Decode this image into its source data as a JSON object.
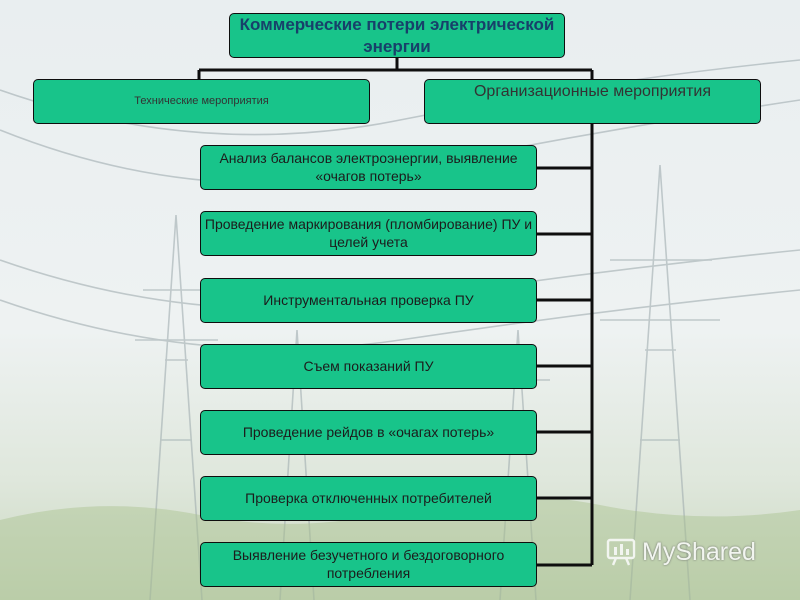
{
  "title": "Коммерческие потери электрической энергии",
  "branches": {
    "technical": "Технические мероприятия",
    "organizational": "Организационные мероприятия"
  },
  "measures": [
    "Анализ балансов электроэнергии, выявление «очагов потерь»",
    "Проведение маркирования (пломбирование) ПУ и целей учета",
    "Инструментальная проверка ПУ",
    "Съем показаний ПУ",
    "Проведение рейдов в «очагах потерь»",
    "Проверка отключенных потребителей",
    "Выявление безучетного и бездоговорного потребления"
  ],
  "watermark": "MyShared",
  "colors": {
    "box_fill": "#18c48a",
    "border": "#0e0e0e",
    "title_text": "#17406a"
  }
}
